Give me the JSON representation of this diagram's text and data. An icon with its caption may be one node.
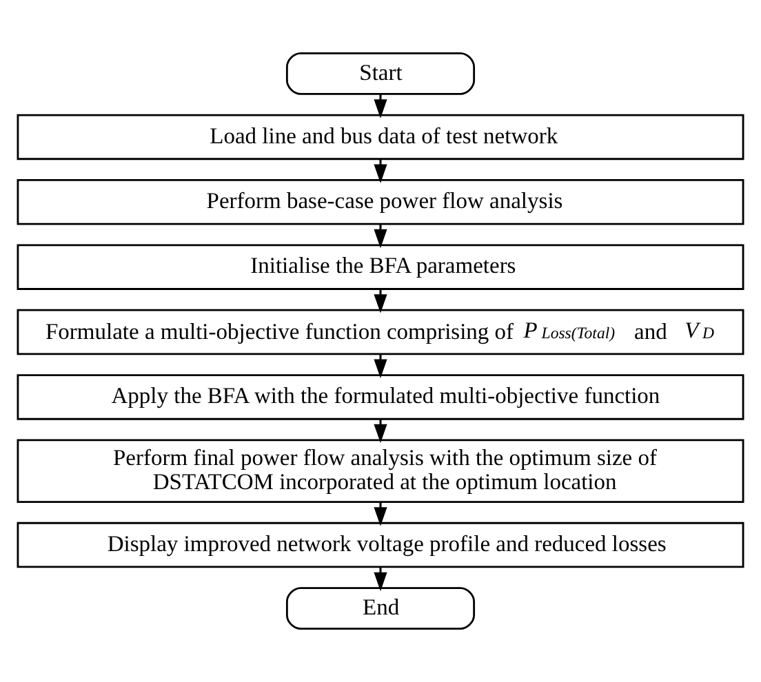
{
  "diagram": {
    "nodes": [
      {
        "text": [
          "Start"
        ]
      },
      {
        "text": [
          "Load line and bus data of test network"
        ]
      },
      {
        "text": [
          "Perform base-case power flow analysis"
        ]
      },
      {
        "text": [
          "Initialise the BFA parameters"
        ]
      },
      {
        "text": [
          "Formulate a multi-objective function comprising of *P*$_{Loss(Total)}$ and *V*$_{D}$"
        ]
      },
      {
        "text": [
          "Apply the BFA with the formulated multi-objective function"
        ]
      },
      {
        "text": [
          "Perform final power flow analysis with the optimum size of DSTATCOM incorporated at the optimum location"
        ]
      },
      {
        "text": [
          "Display improved network voltage profile and reduced losses"
        ]
      },
      {
        "text": [
          "End"
        ]
      }
    ],
    "edges": [
      {
        "from": 0,
        "to": 1,
        "arrow": "to"
      },
      {
        "from": 1,
        "to": 2,
        "arrow": "to"
      },
      {
        "from": 2,
        "to": 3,
        "arrow": "to"
      },
      {
        "from": 3,
        "to": 4,
        "arrow": "to"
      },
      {
        "from": 4,
        "to": 5,
        "arrow": "to"
      },
      {
        "from": 5,
        "to": 6,
        "arrow": "to"
      },
      {
        "from": 6,
        "to": 7,
        "arrow": "to"
      },
      {
        "from": 7,
        "to": 8,
        "arrow": "to"
      }
    ]
  }
}
